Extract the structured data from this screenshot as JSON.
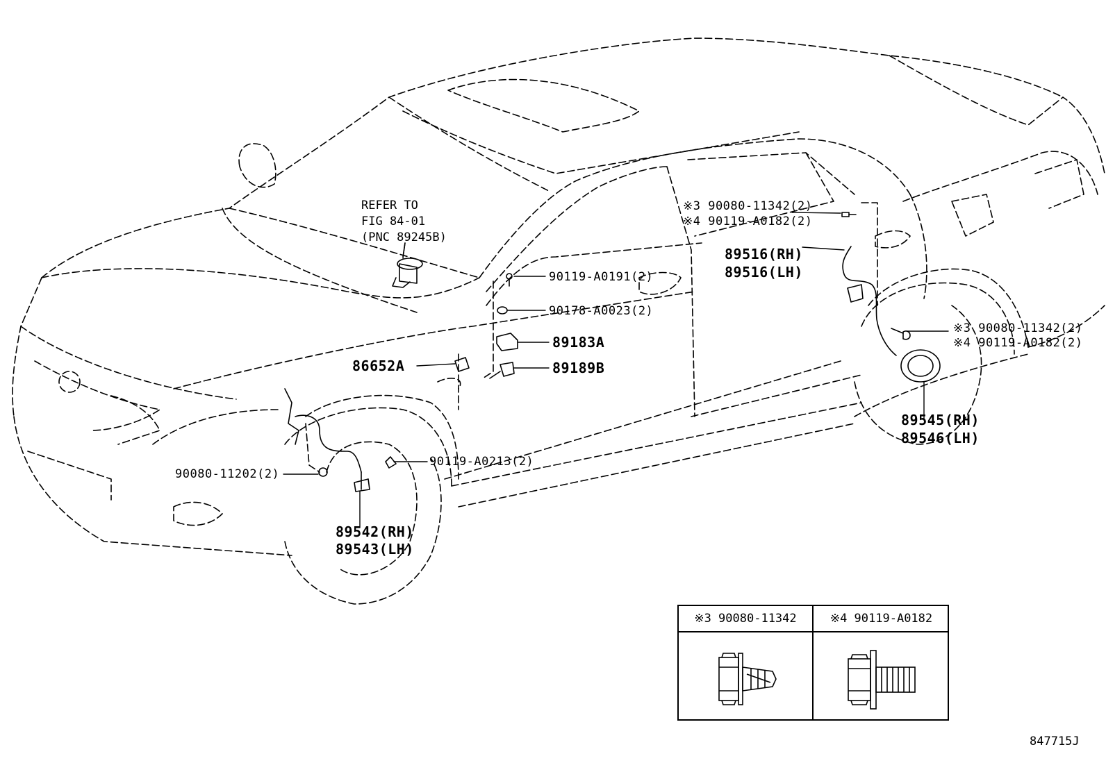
{
  "reference": {
    "line1": "REFER TO",
    "line2": "FIG 84-01",
    "line3": "(PNC 89245B)"
  },
  "labels": {
    "rear_upper_bolt_a": "※3 90080-11342(2)",
    "rear_upper_bolt_b": "※4 90119-A0182(2)",
    "rear_sensor_rh": "89516(RH)",
    "rear_sensor_lh": "89516(LH)",
    "bolt_a0191": "90119-A0191(2)",
    "nut_a0023": "90178-A0023(2)",
    "bracket_89183a": "89183A",
    "sensor_89189b": "89189B",
    "part_86652a": "86652A",
    "rear_lower_bolt_a": "※3 90080-11342(2)",
    "rear_lower_bolt_b": "※4 90119-A0182(2)",
    "rear_rotor_rh": "89545(RH)",
    "rear_rotor_lh": "89546(LH)",
    "front_bolt_a0213": "90119-A0213(2)",
    "front_bolt_11202": "90080-11202(2)",
    "front_sensor_rh": "89542(RH)",
    "front_sensor_lh": "89543(LH)"
  },
  "legend": {
    "col1_title": "※3 90080-11342",
    "col2_title": "※4 90119-A0182"
  },
  "figure_id": "847715J"
}
